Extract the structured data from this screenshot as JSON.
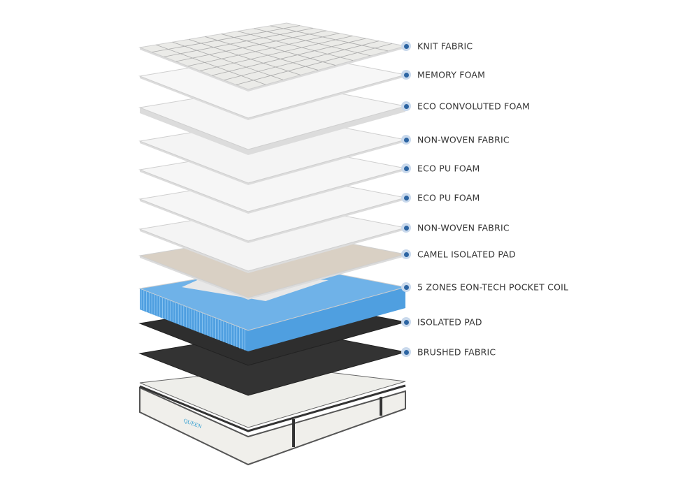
{
  "layers": [
    {
      "label": "KNIT FABRIC",
      "kind": "knit",
      "color": "#ebebe8"
    },
    {
      "label": "MEMORY FOAM",
      "kind": "foam",
      "color": "#f7f7f7"
    },
    {
      "label": "ECO CONVOLUTED FOAM",
      "kind": "convoluted",
      "color": "#f5f5f5"
    },
    {
      "label": "NON-WOVEN FABRIC",
      "kind": "foam",
      "color": "#f4f4f4"
    },
    {
      "label": "ECO PU FOAM",
      "kind": "foam",
      "color": "#f6f6f6"
    },
    {
      "label": "ECO PU FOAM",
      "kind": "foam",
      "color": "#f6f6f6"
    },
    {
      "label": "NON-WOVEN FABRIC",
      "kind": "foam",
      "color": "#f4f4f4"
    },
    {
      "label": "CAMEL ISOLATED PAD",
      "kind": "pad",
      "color": "#d9d0c4"
    },
    {
      "label": "5 ZONES EON-TECH POCKET COIL",
      "kind": "coil",
      "color": "#6fb2e8"
    },
    {
      "label": "ISOLATED PAD",
      "kind": "dark",
      "color": "#2e2e2e"
    },
    {
      "label": "BRUSHED FABRIC",
      "kind": "dark",
      "color": "#333333"
    }
  ],
  "mattress": {
    "brand": "QUEEN"
  }
}
